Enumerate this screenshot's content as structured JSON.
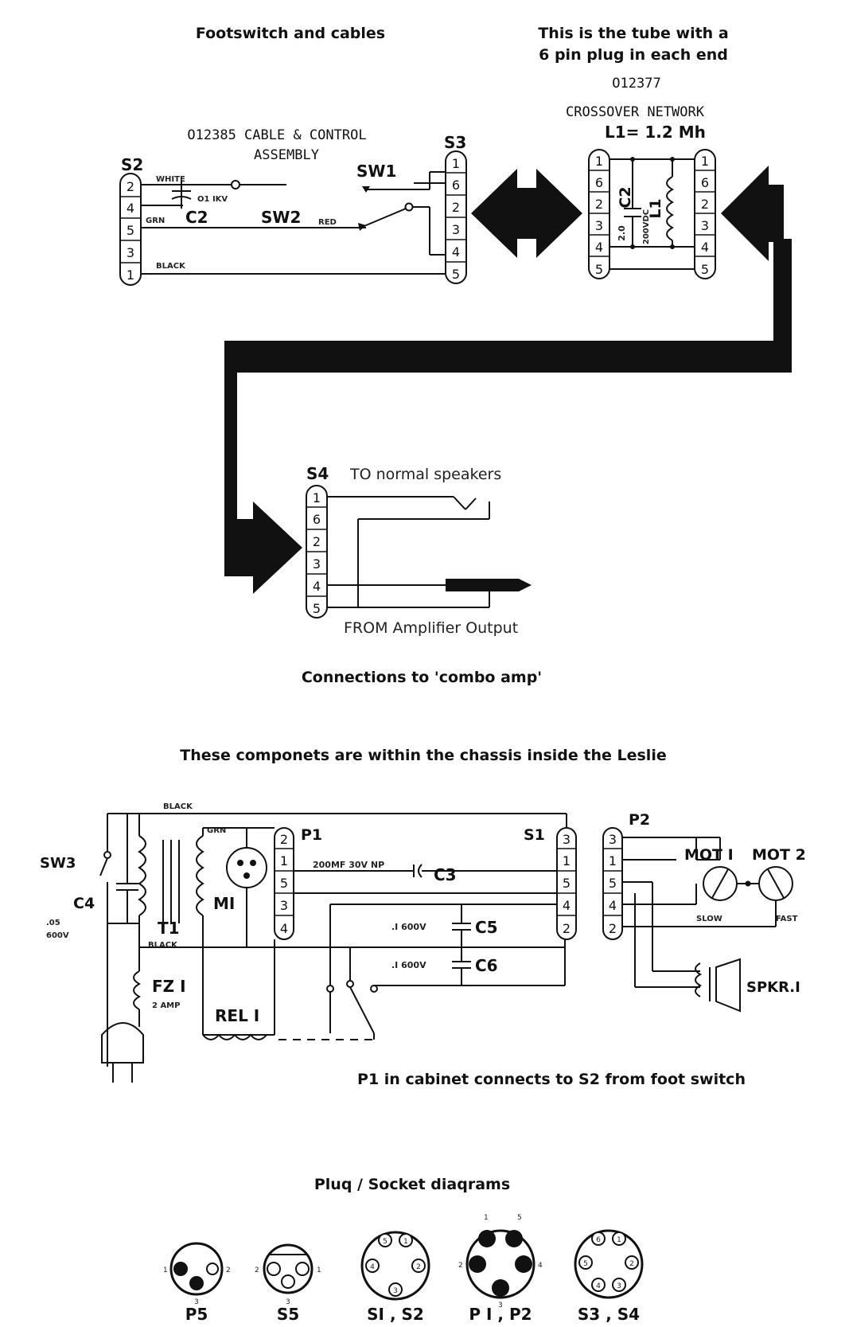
{
  "captions": {
    "footswitch": "Footswitch and cables",
    "tube_line1": "This is the tube with a",
    "tube_line2": "6 pin plug in each end",
    "combo": "Connections to 'combo amp'",
    "chassis": "These componets are within the chassis inside the Leslie",
    "p1_note": "P1 in cabinet connects to S2 from foot switch",
    "plug_diagrams": "Pluq / Socket diaqrams"
  },
  "footswitch": {
    "assembly_line1": "O12385  CABLE  &  CONTROL",
    "assembly_line2": "ASSEMBLY",
    "s2": "S2",
    "s2_pins": [
      "2",
      "4",
      "5",
      "3",
      "1"
    ],
    "s3": "S3",
    "s3_pins": [
      "1",
      "6",
      "2",
      "3",
      "4",
      "5"
    ],
    "white": "WHITE",
    "cap_value": "O1 IKV",
    "grn": "GRN",
    "c2": "C2",
    "sw2": "SW2",
    "red": "RED",
    "sw1": "SW1",
    "black": "BLACK"
  },
  "crossover": {
    "part_no": "O12377",
    "name": "CROSSOVER  NETWORK",
    "l1_value": "L1= 1.2 Mh",
    "left_pins": [
      "1",
      "6",
      "2",
      "3",
      "4",
      "5"
    ],
    "right_pins": [
      "1",
      "6",
      "2",
      "3",
      "4",
      "5"
    ],
    "c2": "C2",
    "l1": "L1",
    "cap_val": "2.0",
    "cap_volt": "200VDC"
  },
  "combo": {
    "s4": "S4",
    "to_speakers": "TO normal speakers",
    "from_amp": "FROM Amplifier Output",
    "pins": [
      "1",
      "6",
      "2",
      "3",
      "4",
      "5"
    ]
  },
  "chassis": {
    "black_top": "BLACK",
    "grn": "GRN",
    "p1": "P1",
    "p1_pins": [
      "2",
      "1",
      "5",
      "3",
      "4"
    ],
    "s1": "S1",
    "s1_pins": [
      "3",
      "1",
      "5",
      "4",
      "2"
    ],
    "p2": "P2",
    "p2_pins": [
      "3",
      "1",
      "5",
      "4",
      "2"
    ],
    "sw3": "SW3",
    "c4": "C4",
    "c4_val1": ".05",
    "c4_val2": "600V",
    "t1": "T1",
    "black_mid": "BLACK",
    "m1": "MI",
    "fz1": "FZ I",
    "fz1_val": "2 AMP",
    "rel1": "REL I",
    "c3_val": "200MF  30V NP",
    "c3": "C3",
    "c5_val": ".I 600V",
    "c5": "C5",
    "c6_val": ".I 600V",
    "c6": "C6",
    "mot1": "MOT I",
    "mot2": "MOT 2",
    "slow": "SLOW",
    "fast": "FAST",
    "spkr": "SPKR.I"
  },
  "plugs": {
    "p5": "P5",
    "s5": "S5",
    "s1s2": "SI , S2",
    "p1p2": "P I , P2",
    "s3s4": "S3 , S4",
    "p5_nums": [
      "1",
      "2",
      "3"
    ],
    "s5_nums": [
      "2",
      "1",
      "3"
    ],
    "p1p2_nums": [
      "1",
      "5",
      "2",
      "4",
      "3"
    ],
    "s1s2_inner": [
      "5",
      "1",
      "2",
      "3",
      "4"
    ],
    "s3s4_inner": [
      "6",
      "1",
      "2",
      "3",
      "4",
      "5"
    ]
  }
}
